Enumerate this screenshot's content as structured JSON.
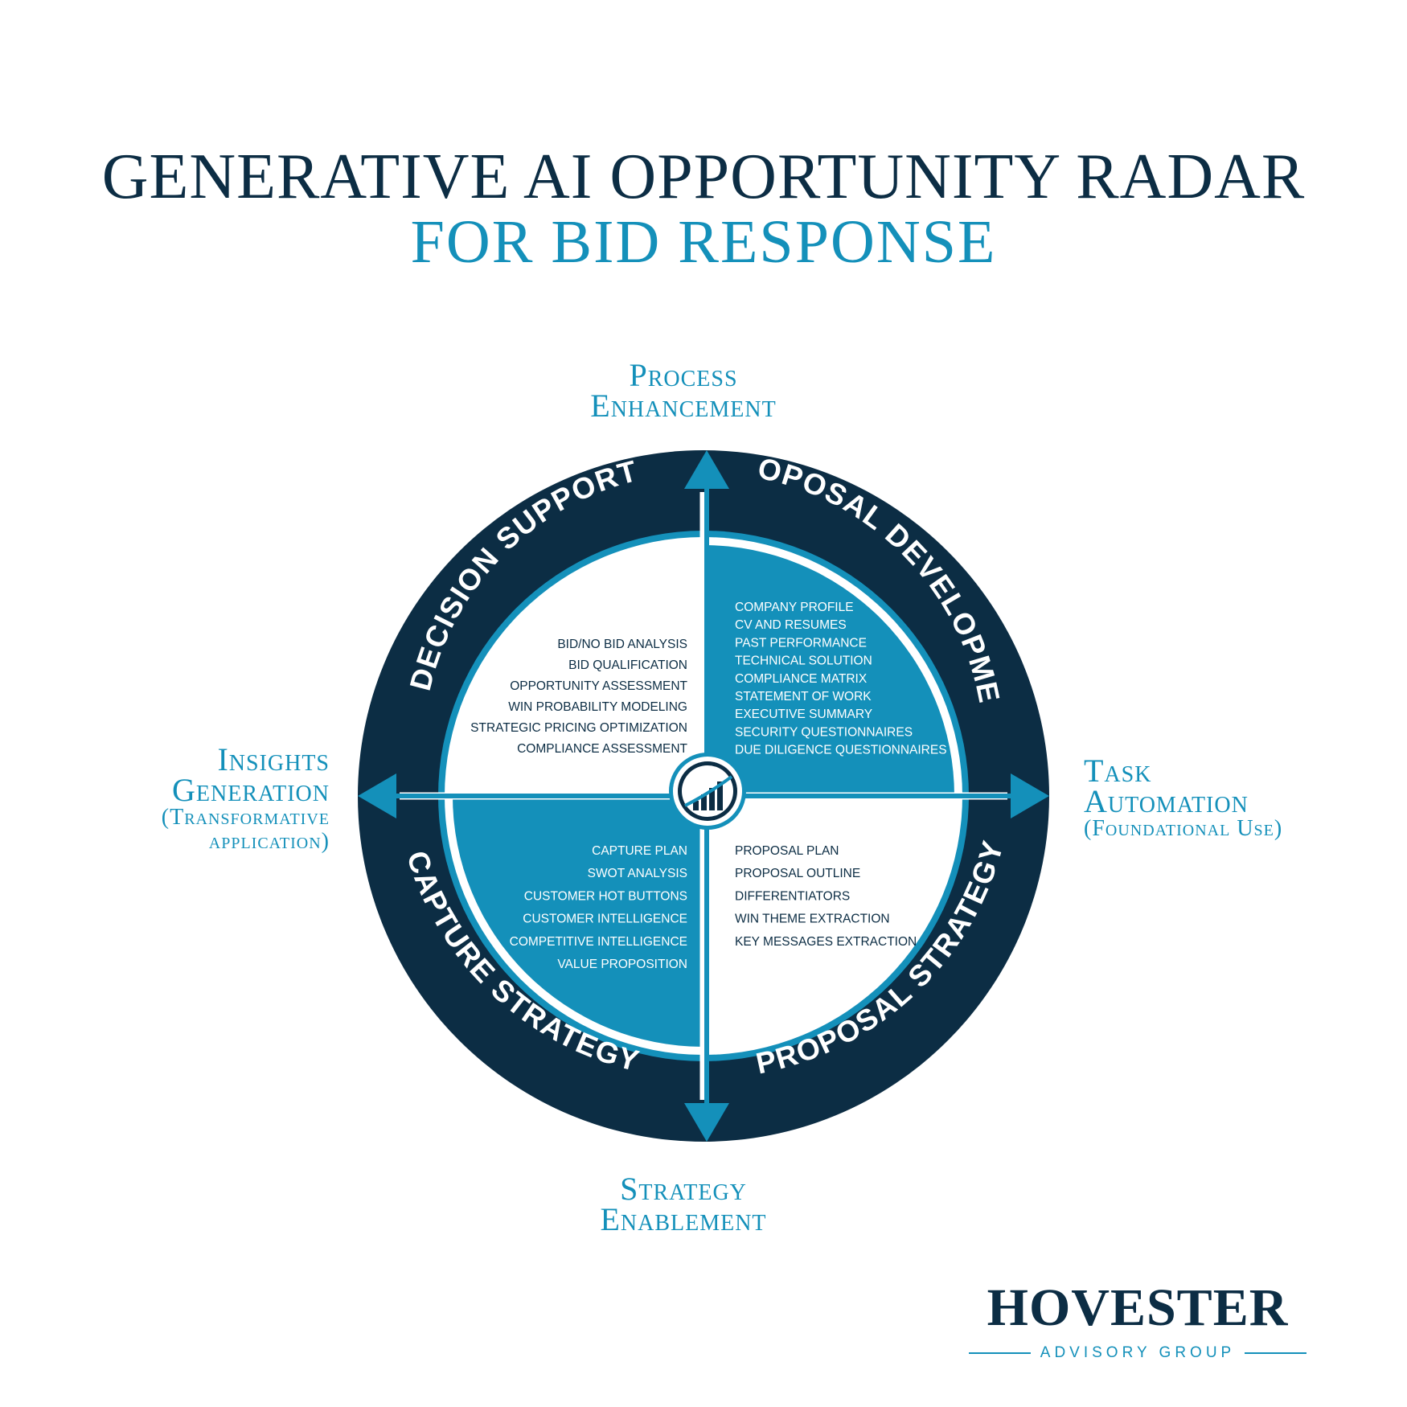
{
  "title": {
    "line1": "GENERATIVE AI OPPORTUNITY RADAR",
    "line2": "FOR BID RESPONSE"
  },
  "axes": {
    "top": {
      "line1": "Process",
      "line2": "Enhancement"
    },
    "bottom": {
      "line1": "Strategy",
      "line2": "Enablement"
    },
    "left": {
      "line1": "Insights",
      "line2": "Generation",
      "sub1": "(Transformative",
      "sub2": "application)"
    },
    "right": {
      "line1": "Task",
      "line2": "Automation",
      "sub1": "(Foundational Use)"
    }
  },
  "quadrants": [
    {
      "name": "DECISION SUPPORT",
      "position": "top-left",
      "fill": "#ffffff",
      "items": [
        "BID/NO BID ANALYSIS",
        "BID QUALIFICATION",
        "OPPORTUNITY ASSESSMENT",
        "WIN PROBABILITY MODELING",
        "STRATEGIC PRICING OPTIMIZATION",
        "COMPLIANCE ASSESSMENT"
      ]
    },
    {
      "name": "PROPOSAL DEVELOPMENT",
      "position": "top-right",
      "fill": "#1490ba",
      "items": [
        "COMPANY PROFILE",
        "CV AND RESUMES",
        "PAST PERFORMANCE",
        "TECHNICAL SOLUTION",
        "COMPLIANCE MATRIX",
        "STATEMENT OF WORK",
        "EXECUTIVE SUMMARY",
        "SECURITY QUESTIONNAIRES",
        "DUE DILIGENCE QUESTIONNAIRES"
      ]
    },
    {
      "name": "CAPTURE STRATEGY",
      "position": "bottom-left",
      "fill": "#1490ba",
      "items": [
        "CAPTURE PLAN",
        "SWOT ANALYSIS",
        "CUSTOMER HOT BUTTONS",
        "CUSTOMER INTELLIGENCE",
        "COMPETITIVE INTELLIGENCE",
        "VALUE PROPOSITION"
      ]
    },
    {
      "name": "PROPOSAL STRATEGY",
      "position": "bottom-right",
      "fill": "#ffffff",
      "items": [
        "PROPOSAL PLAN",
        "PROPOSAL OUTLINE",
        "DIFFERENTIATORS",
        "WIN THEME EXTRACTION",
        "KEY MESSAGES EXTRACTION"
      ]
    }
  ],
  "colors": {
    "navy": "#0c2d44",
    "blue": "#1490ba",
    "white": "#ffffff"
  },
  "logo": {
    "word": "HOVESTER",
    "tagline": "ADVISORY GROUP"
  }
}
